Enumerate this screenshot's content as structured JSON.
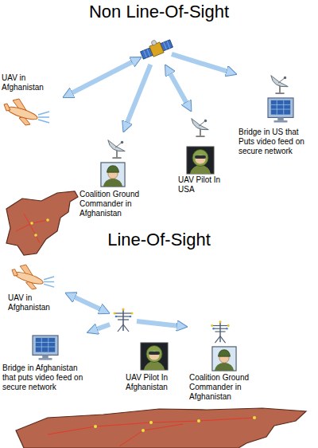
{
  "diagram": {
    "nodes": [
      {
        "text": []
      },
      {
        "text": [
          "UAV in Afghanistan"
        ]
      },
      {
        "text": [
          "Coalition Ground Commander in Afghanistan"
        ]
      },
      {
        "text": [
          "UAV Pilot In USA"
        ]
      },
      {
        "text": [
          "Bridge in US that Puts video feed on secure network"
        ]
      },
      {
        "text": []
      },
      {
        "text": [
          "UAV in Afghanistan"
        ]
      },
      {
        "text": [
          "Bridge in Afghanistan that puts video feed on secure network"
        ]
      },
      {
        "text": [
          "UAV Pilot In Afghanistan"
        ]
      },
      {
        "text": [
          "Coalition Ground Commander in Afghanistan"
        ]
      }
    ],
    "edges": [
      {
        "from": 0,
        "to": 1,
        "arrow": "both"
      },
      {
        "from": 0,
        "to": 2,
        "arrow": "to"
      },
      {
        "from": 0,
        "to": 3,
        "arrow": "both"
      },
      {
        "from": 0,
        "to": 4,
        "arrow": "to"
      },
      {
        "from": 6,
        "to": 5,
        "arrow": "both"
      },
      {
        "from": 5,
        "to": 7,
        "arrow": "to"
      },
      {
        "from": 5,
        "to": 9,
        "arrow": "to"
      }
    ],
    "labels": [
      "Non Line-Of-Sight",
      "Line-Of-Sight"
    ]
  }
}
